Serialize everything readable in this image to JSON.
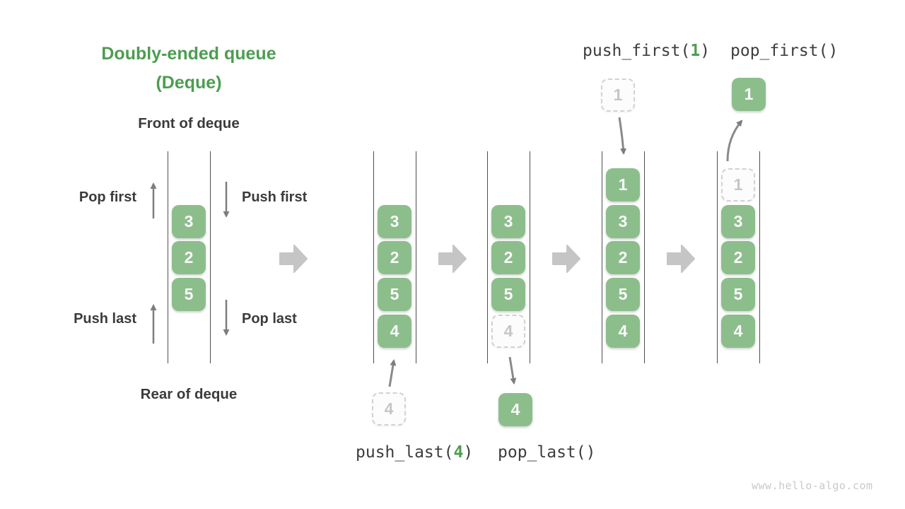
{
  "colors": {
    "accent_green": "#4d9d50",
    "cell_green": "#8cbe8c",
    "cell_text": "#fafafa",
    "ghost_border": "#d2d2d2",
    "ghost_text": "#c6c6c6",
    "dark_text": "#3b3b3b",
    "small_arrow_gray": "#7d7d7d",
    "big_arrow_gray": "#c5c5c5",
    "queue_line_gray": "#4e4e4e",
    "watermark_gray": "#c9c9c9"
  },
  "title": {
    "line1": "Doubly-ended queue",
    "line2": "(Deque)"
  },
  "deque_labels": {
    "front": "Front of deque",
    "rear": "Rear of deque",
    "pop_first": "Pop first",
    "push_first": "Push first",
    "push_last": "Push last",
    "pop_last": "Pop last"
  },
  "operations": {
    "push_last": {
      "pre": "push_last(",
      "arg": "4",
      "post": ")"
    },
    "pop_last": {
      "pre": "pop_last()",
      "arg": "",
      "post": ""
    },
    "push_first": {
      "pre": "push_first(",
      "arg": "1",
      "post": ")"
    },
    "pop_first": {
      "pre": "pop_first()",
      "arg": "",
      "post": ""
    }
  },
  "queues": [
    {
      "name": "initial-deque",
      "cells": [
        {
          "value": "3",
          "row": 1,
          "ghost": false
        },
        {
          "value": "2",
          "row": 2,
          "ghost": false
        },
        {
          "value": "5",
          "row": 3,
          "ghost": false
        }
      ]
    },
    {
      "name": "after-push-last",
      "cells": [
        {
          "value": "3",
          "row": 1,
          "ghost": false
        },
        {
          "value": "2",
          "row": 2,
          "ghost": false
        },
        {
          "value": "5",
          "row": 3,
          "ghost": false
        },
        {
          "value": "4",
          "row": 4,
          "ghost": false
        }
      ]
    },
    {
      "name": "after-pop-last",
      "cells": [
        {
          "value": "3",
          "row": 1,
          "ghost": false
        },
        {
          "value": "2",
          "row": 2,
          "ghost": false
        },
        {
          "value": "5",
          "row": 3,
          "ghost": false
        },
        {
          "value": "4",
          "row": 4,
          "ghost": true
        }
      ]
    },
    {
      "name": "after-push-first",
      "cells": [
        {
          "value": "1",
          "row": 0,
          "ghost": false
        },
        {
          "value": "3",
          "row": 1,
          "ghost": false
        },
        {
          "value": "2",
          "row": 2,
          "ghost": false
        },
        {
          "value": "5",
          "row": 3,
          "ghost": false
        },
        {
          "value": "4",
          "row": 4,
          "ghost": false
        }
      ]
    },
    {
      "name": "after-pop-first",
      "cells": [
        {
          "value": "1",
          "row": 0,
          "ghost": true
        },
        {
          "value": "3",
          "row": 1,
          "ghost": false
        },
        {
          "value": "2",
          "row": 2,
          "ghost": false
        },
        {
          "value": "5",
          "row": 3,
          "ghost": false
        },
        {
          "value": "4",
          "row": 4,
          "ghost": false
        }
      ]
    }
  ],
  "floating_cells": {
    "push_last_incoming": {
      "value": "4",
      "ghost": true
    },
    "pop_last_outgoing": {
      "value": "4",
      "ghost": false
    },
    "push_first_incoming": {
      "value": "1",
      "ghost": true
    },
    "pop_first_outgoing": {
      "value": "1",
      "ghost": false
    }
  },
  "watermark": "www.hello-algo.com"
}
